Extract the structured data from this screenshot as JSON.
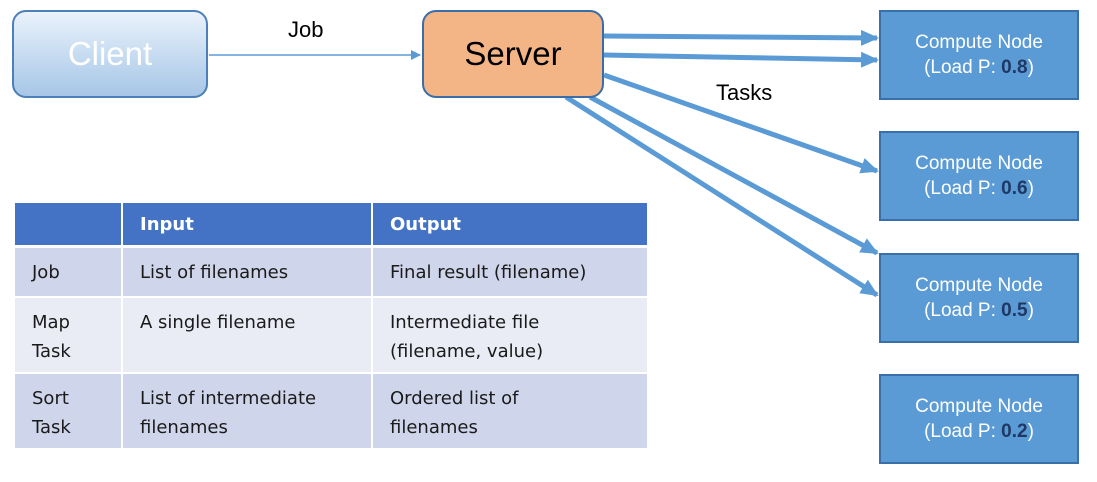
{
  "client": {
    "label": "Client"
  },
  "server": {
    "label": "Server"
  },
  "job_label": "Job",
  "tasks_label": "Tasks",
  "compute_nodes": [
    {
      "title": "Compute Node",
      "load_prefix": "(Load P: ",
      "load_value": "0.8",
      "load_suffix": ")"
    },
    {
      "title": "Compute Node",
      "load_prefix": "(Load P: ",
      "load_value": "0.6",
      "load_suffix": ")"
    },
    {
      "title": "Compute Node",
      "load_prefix": "(Load P: ",
      "load_value": "0.5",
      "load_suffix": ")"
    },
    {
      "title": "Compute Node",
      "load_prefix": "(Load P: ",
      "load_value": "0.2",
      "load_suffix": ")"
    }
  ],
  "table": {
    "headers": [
      "",
      "Input",
      "Output"
    ],
    "rows": [
      {
        "name_lines": [
          "Job"
        ],
        "input_lines": [
          "List of filenames"
        ],
        "output_lines": [
          "Final result (filename)"
        ]
      },
      {
        "name_lines": [
          "Map",
          "Task"
        ],
        "input_lines": [
          "A single filename"
        ],
        "output_lines": [
          "Intermediate file",
          "(filename, value)"
        ]
      },
      {
        "name_lines": [
          "Sort",
          "Task"
        ],
        "input_lines": [
          "List of intermediate",
          "filenames"
        ],
        "output_lines": [
          "Ordered list of",
          "filenames"
        ]
      }
    ]
  },
  "colors": {
    "arrow": "#5b9bd5",
    "node_fill": "#5b9bd5",
    "server_fill": "#f3b486",
    "table_header": "#4472c4",
    "load_value": "#1f3864"
  }
}
